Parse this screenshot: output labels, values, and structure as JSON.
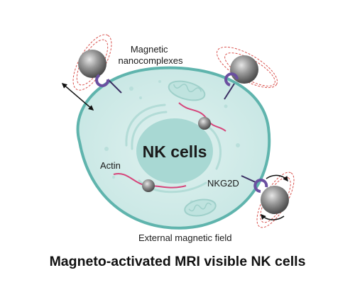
{
  "diagram": {
    "center_label": "NK cells",
    "labels": {
      "magnetic_nanocomplexes": [
        "Magnetic",
        "nanocomplexes"
      ],
      "actin": "Actin",
      "nkg2d": "NKG2D",
      "external_field": "External magnetic field"
    },
    "caption": "Magneto-activated MRI visible NK cells"
  },
  "colors": {
    "cell_fill": "#cfeae8",
    "cell_border": "#5fb4ad",
    "nucleus_fill": "#a8d8d3",
    "actin": "#d6457a",
    "bead": "#7d7d7d",
    "receptor": "#6a4fa0",
    "field_lines": "#d9534f"
  }
}
